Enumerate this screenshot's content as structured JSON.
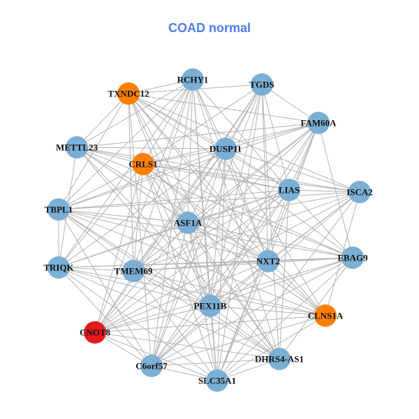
{
  "title": "COAD normal",
  "colors": {
    "blue": "#7bafd4",
    "orange": "#ff7f00",
    "red": "#e41a1c",
    "edge": "#b3b3b3",
    "title": "#4f7cf0"
  },
  "nodes": [
    {
      "label": "RCHY1",
      "color": "blue"
    },
    {
      "label": "TGDS",
      "color": "blue"
    },
    {
      "label": "TXNDC12",
      "color": "orange"
    },
    {
      "label": "FAM60A",
      "color": "blue"
    },
    {
      "label": "METTL23",
      "color": "blue"
    },
    {
      "label": "DUSP11",
      "color": "blue"
    },
    {
      "label": "CRLS1",
      "color": "orange"
    },
    {
      "label": "LIAS",
      "color": "blue"
    },
    {
      "label": "ISCA2",
      "color": "blue"
    },
    {
      "label": "TBPL1",
      "color": "blue"
    },
    {
      "label": "ASF1A",
      "color": "blue"
    },
    {
      "label": "NXT2",
      "color": "blue"
    },
    {
      "label": "EBAG9",
      "color": "blue"
    },
    {
      "label": "TRIQK",
      "color": "blue"
    },
    {
      "label": "TMEM69",
      "color": "blue"
    },
    {
      "label": "PEX11B",
      "color": "blue"
    },
    {
      "label": "CLNS1A",
      "color": "orange"
    },
    {
      "label": "CNOT8",
      "color": "red"
    },
    {
      "label": "DHRS4-AS1",
      "color": "blue"
    },
    {
      "label": "C6orf57",
      "color": "blue"
    },
    {
      "label": "SLC35A1",
      "color": "blue"
    }
  ],
  "adjacency": [
    [
      2,
      4,
      5,
      6,
      7,
      9,
      10,
      11,
      13,
      14,
      15,
      17,
      18,
      19,
      20
    ],
    [
      2,
      3,
      5,
      6,
      7,
      10,
      11,
      14,
      15,
      17,
      18,
      19,
      20
    ],
    [
      3,
      4,
      5,
      7,
      8,
      9,
      10,
      11,
      12,
      14,
      15,
      16,
      18,
      19
    ],
    [
      4,
      5,
      6,
      7,
      9,
      10,
      11,
      12,
      14,
      15,
      17,
      19,
      20
    ],
    [
      5,
      6,
      7,
      8,
      10,
      11,
      12,
      13,
      15,
      16,
      18
    ],
    [
      6,
      7,
      8,
      9,
      11,
      13,
      14,
      15,
      16,
      17,
      19,
      20
    ],
    [
      7,
      8,
      9,
      11,
      12,
      13,
      14,
      15,
      16,
      17,
      18,
      20
    ],
    [
      8,
      9,
      10,
      12,
      13,
      14,
      15,
      17,
      18,
      19,
      20
    ],
    [
      9,
      10,
      11,
      14,
      15,
      16,
      17,
      19,
      20
    ],
    [
      10,
      11,
      12,
      13,
      14,
      15,
      16,
      18,
      19
    ],
    [
      11,
      12,
      13,
      15,
      16,
      17,
      18,
      19,
      20
    ],
    [
      12,
      13,
      14,
      16,
      17,
      19,
      20
    ],
    [
      13,
      14,
      15,
      17,
      18,
      19,
      20
    ],
    [
      14,
      15,
      16,
      18,
      19,
      20
    ],
    [
      15,
      16,
      18,
      20
    ],
    [
      16,
      17,
      18,
      19,
      20
    ],
    [
      17,
      19,
      20
    ],
    [
      18,
      19,
      20
    ],
    [
      19,
      20
    ],
    [
      20
    ],
    []
  ]
}
